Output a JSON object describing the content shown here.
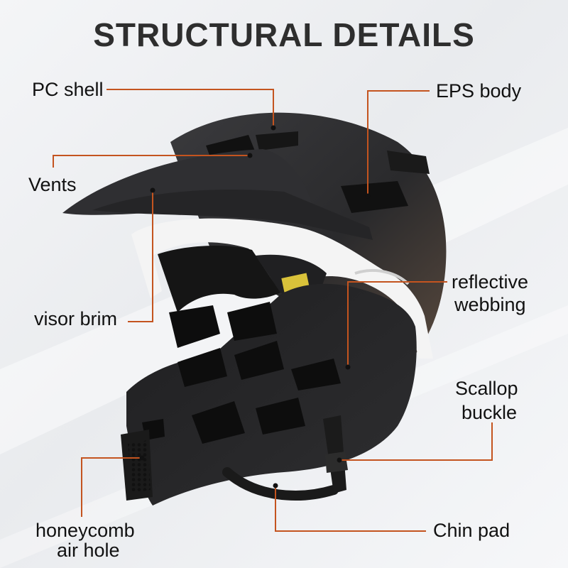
{
  "title": "STRUCTURAL DETAILS",
  "labels": {
    "pc_shell": "PC shell",
    "eps_body": "EPS body",
    "vents": "Vents",
    "visor_brim": "visor brim",
    "reflective_line1": "reflective",
    "reflective_line2": "webbing",
    "scallop_line1": "Scallop",
    "scallop_line2": "buckle",
    "honeycomb_line1": "honeycomb",
    "honeycomb_line2": "air hole",
    "chin_pad": "Chin pad"
  },
  "colors": {
    "leader_line": "#c4541f",
    "title_text": "#2e2e2e",
    "helmet_shell": "#2b2b2e",
    "helmet_trim": "#f4f4f4"
  }
}
